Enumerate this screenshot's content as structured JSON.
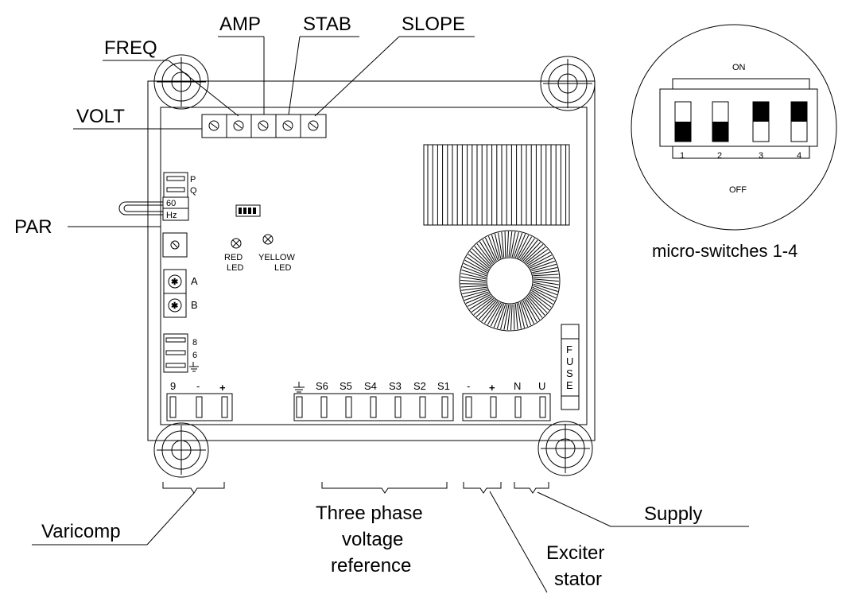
{
  "callouts": {
    "freq": "FREQ",
    "amp": "AMP",
    "stab": "STAB",
    "slope": "SLOPE",
    "volt": "VOLT",
    "par": "PAR",
    "varicomp": "Varicomp",
    "three_phase_1": "Three phase",
    "three_phase_2": "voltage",
    "three_phase_3": "reference",
    "supply": "Supply",
    "exciter_1": "Exciter",
    "exciter_2": "stator"
  },
  "board": {
    "p": "P",
    "q": "Q",
    "sixty": "60",
    "hz": "Hz",
    "red_led_1": "RED",
    "red_led_2": "LED",
    "yellow_led_1": "YELLOW",
    "yellow_led_2": "LED",
    "a": "A",
    "b": "B",
    "eight": "8",
    "six": "6",
    "fuse": [
      "F",
      "U",
      "S",
      "E"
    ],
    "varicomp_terminals": [
      "9",
      "-",
      "+"
    ],
    "sense_terminals": [
      "S6",
      "S5",
      "S4",
      "S3",
      "S2",
      "S1"
    ],
    "exciter_terminals": [
      "-",
      "+"
    ],
    "supply_terminals": [
      "N",
      "U"
    ]
  },
  "dip_detail": {
    "on": "ON",
    "off": "OFF",
    "numbers": [
      "1",
      "2",
      "3",
      "4"
    ],
    "switches": [
      "off",
      "off",
      "on",
      "on"
    ],
    "caption": "micro-switches 1-4"
  }
}
